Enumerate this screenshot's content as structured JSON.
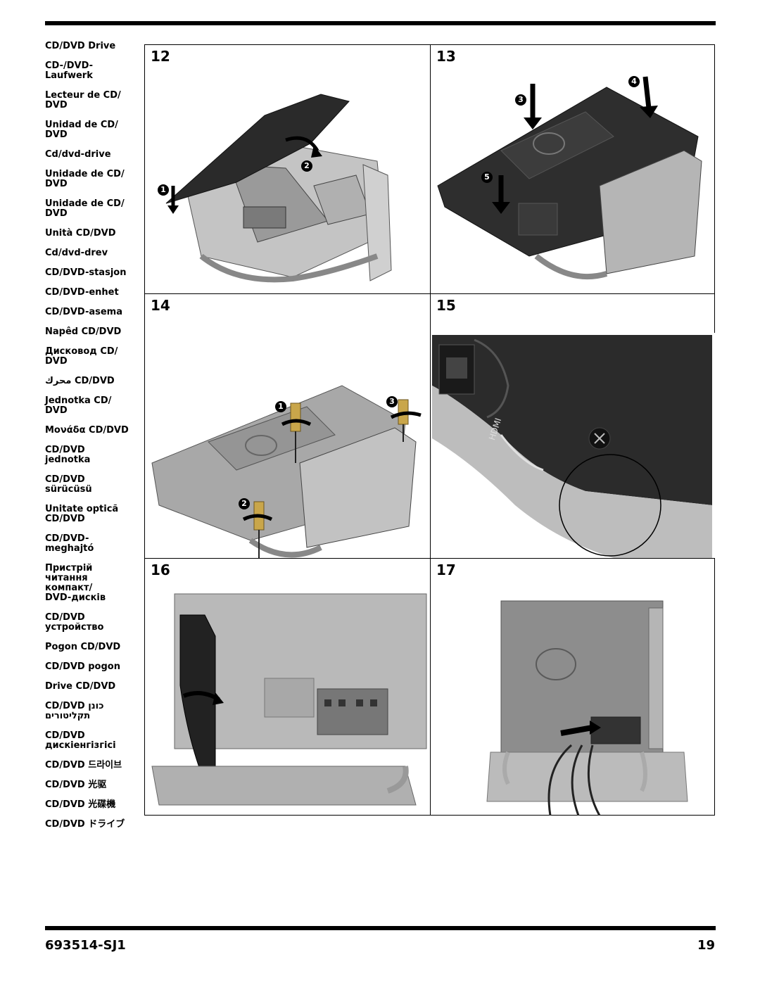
{
  "sidebar": {
    "items": [
      "CD/DVD Drive",
      "CD-/DVD-\nLaufwerk",
      "Lecteur de CD/\nDVD",
      "Unidad de CD/\nDVD",
      "Cd/dvd-drive",
      "Unidade de CD/\nDVD",
      "Unidade de CD/\nDVD",
      "Unità CD/DVD",
      "Cd/dvd-drev",
      "CD/DVD-stasjon",
      "CD/DVD-enhet",
      "CD/DVD-asema",
      "Napêd CD/DVD",
      "Дисковод CD/\nDVD",
      "محرك CD/DVD",
      "Jednotka CD/\nDVD",
      "Μονάδα CD/DVD",
      "CD/DVD\njednotka",
      "CD/DVD\nsürücüsü",
      "Unitate opticã\nCD/DVD",
      "CD/DVD-\nmeghajtó",
      "Пристрій\nчитання\nкомпакт/\nDVD-дисків",
      "CD/DVD\nустройство",
      "Pogon CD/DVD",
      "CD/DVD pogon",
      "Drive CD/DVD",
      "CD/DVD כונן\nתקליטורים",
      "CD/DVD\nдискіенгізгісі",
      "CD/DVD 드라이브",
      "CD/DVD 光驱",
      "CD/DVD 光碟機",
      "CD/DVD ドライブ"
    ]
  },
  "steps": {
    "s12": {
      "number": "12",
      "callouts": [
        "1",
        "2"
      ]
    },
    "s13": {
      "number": "13",
      "callouts": [
        "3",
        "4",
        "5"
      ]
    },
    "s14": {
      "number": "14",
      "callouts": [
        "1",
        "2",
        "3"
      ]
    },
    "s15": {
      "number": "15",
      "port_label": "HDMI"
    },
    "s16": {
      "number": "16"
    },
    "s17": {
      "number": "17"
    }
  },
  "footer": {
    "doc_number": "693514-SJ1",
    "page_number": "19"
  },
  "colors": {
    "ink": "#000000",
    "panel_dark": "#2a2a2a",
    "panel_light": "#b8b8b8",
    "brass": "#c9a64a"
  }
}
